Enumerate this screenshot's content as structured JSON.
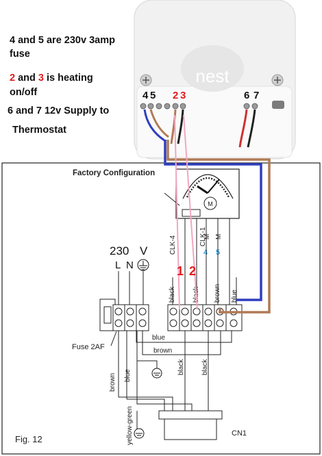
{
  "notes": {
    "line1a": "4 and 5 are 230v 3amp",
    "line1b": "fuse",
    "line2a_num1": "2",
    "line2a_mid": " and ",
    "line2a_num2": "3",
    "line2a_rest": " is heating",
    "line2b": "on/off",
    "line3a": "6 and 7 12v Supply to",
    "line3b": "Thermostat"
  },
  "device": {
    "logo": "nest",
    "terminal_labels": {
      "t4": "4",
      "t5": "5",
      "t2": "2",
      "t3": "3",
      "t6": "6",
      "t7": "7"
    }
  },
  "schematic": {
    "title": "Factory Configuration",
    "voltage": "230",
    "voltage_unit": "V",
    "supply_L": "L",
    "supply_N": "N",
    "clock_label_1": "CLK-4",
    "clock_label_2": "CLK-1",
    "clock_label_3": "M",
    "clock_label_4": "M",
    "num_4": "4",
    "num_5": "5",
    "red_1": "1",
    "red_2": "2",
    "wire_black_1": "black",
    "wire_black_2": "black",
    "wire_brown_top": "brown",
    "wire_blue_top": "blue",
    "wire_blue_mid": "blue",
    "wire_brown_mid": "brown",
    "wire_brown_left": "brown",
    "wire_blue_left": "blue",
    "wire_black_low1": "black",
    "wire_black_low2": "black",
    "wire_yellow_green": "yellow-green",
    "fuse_label": "Fuse  2AF",
    "connector_label": "CN1",
    "fig_label": "Fig. 12"
  },
  "colors": {
    "blue_wire": "#2f3fbf",
    "brown_wire": "#b07a55",
    "pink_wire": "#f2a7c0",
    "red_text": "#e01b1b",
    "numeral_blue": "#2a9be0"
  }
}
